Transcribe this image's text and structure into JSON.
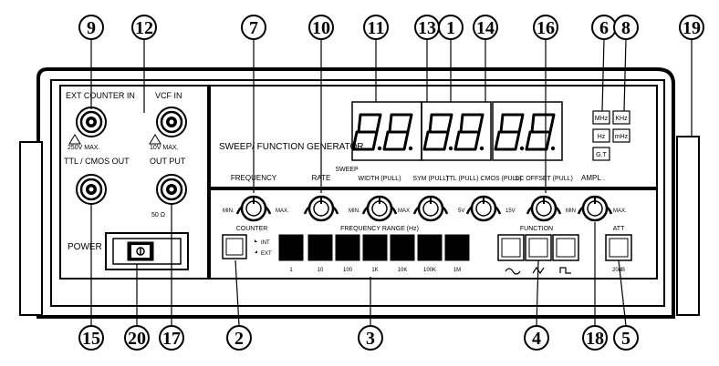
{
  "callouts": {
    "top": [
      "9",
      "12",
      "7",
      "10",
      "11",
      "13",
      "1",
      "14",
      "16",
      "6",
      "8",
      "19"
    ],
    "bottom": [
      "15",
      "20",
      "17",
      "2",
      "3",
      "4",
      "18",
      "5"
    ]
  },
  "left_panel": {
    "ext_counter_in": "EXT COUNTER IN",
    "ext_counter_max": "250V MAX.",
    "vcf_in": "VCF IN",
    "vcf_max": "10V MAX.",
    "ttl_cmos_out": "TTL / CMOS OUT",
    "output": "OUT PUT",
    "output_imp": "50 Ω",
    "power": "POWER"
  },
  "display": {
    "title": "SWEEP/ FUNCTION GENERATOR",
    "digits": [
      "8.",
      "8.",
      "8.",
      "8.",
      "8.",
      "8."
    ],
    "units": [
      "MHz",
      "KHz",
      "Hz",
      "mHz",
      "G.T"
    ]
  },
  "knob_labels": {
    "frequency": "FREQUENCY",
    "rate": "RATE",
    "sweep": "SWEEP",
    "width": "WIDTH (PULL)",
    "sym": "SYM (PULL)",
    "ttl_cmos": "TTL (PULL) CMOS (PULL)",
    "dc_offset": "DC OFFSET (PULL)",
    "ampl": "AMPL ."
  },
  "panel": {
    "min": "MIN.",
    "max": "MAX.",
    "min2": "MIN.",
    "max2": "MAX",
    "v5": "5V",
    "v15": "15V",
    "min3": "MIN",
    "max3": "MAX.",
    "counter": "COUNTER",
    "int": "INT",
    "ext": "EXT",
    "freq_range": "FREQUENCY RANGE (Hz)",
    "ranges": [
      "1",
      "10",
      "100",
      "1K",
      "10K",
      "100K",
      "1M"
    ],
    "function": "FUNCTION",
    "att": "ATT",
    "att_db": "20dB"
  }
}
